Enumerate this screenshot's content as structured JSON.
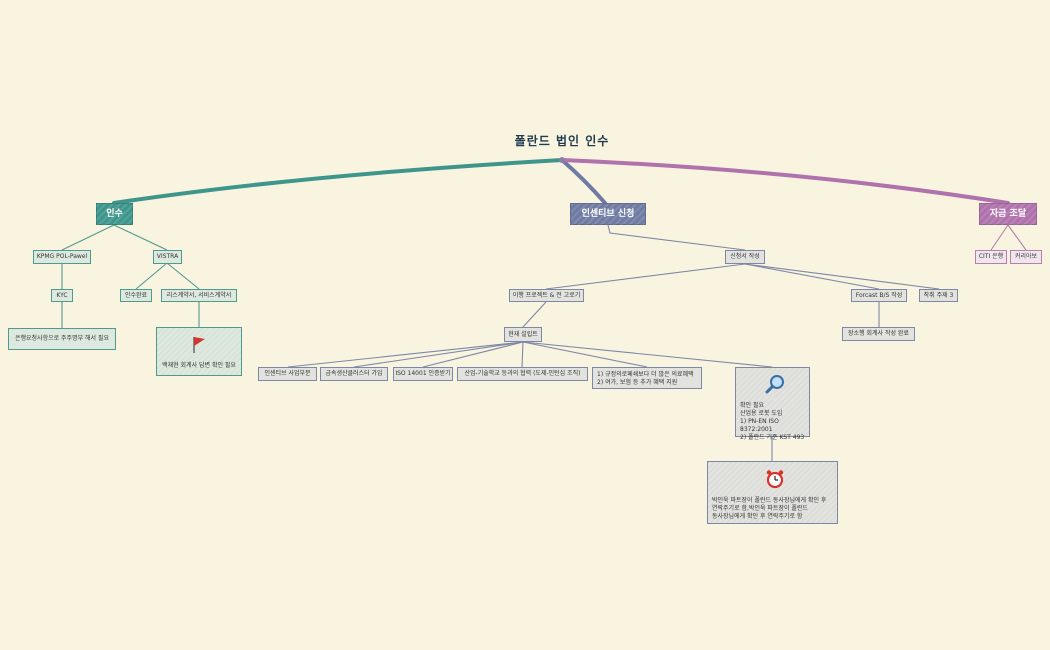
{
  "root": "폴란드 법인 인수",
  "branches": {
    "acquisition": {
      "label": "인수",
      "color": "#3d958c",
      "kpmg": "KPMG POL-Pawel",
      "kyc": "KYC",
      "kyc_note": "은행요청사항으로 주주명부 해서 필요",
      "vistra": "VISTRA",
      "vistra_done": "인수완료",
      "vistra_contract": "리스계약서, 서비스계약서",
      "vistra_note": "백재현 회계사 답변 확인 필요"
    },
    "incentive": {
      "label": "인센티브 신청",
      "color": "#6f7ba3",
      "application": "신청서 작성",
      "project": "이행 프로젝트 & 전 고로기",
      "project_desc": "현재 설립트",
      "forecast": "Forcast B/S 작성",
      "forecast_child": "장소행 회계사 작성 완료",
      "others": "착취 주제 3",
      "items": [
        "인센티브 사업부분",
        "금속생산클러스터 가입",
        "ISO 14001 인증받기",
        "산업-기술학교 등과의 협력 (도제-인턴십 조직)"
      ],
      "item5_line1": "1) 규정의로페쇄보다 더 많은 의료혜택",
      "item5_line2": "2) 여가, 보험 등 추가 혜택 지원",
      "check_note": "확인 필요\n산업용 로봇 도입\n1) PN-EN ISO 8372:2001\n2) 폴란드 기준 KST 493",
      "timer_note": "박인욱 파트장이 폴란드 동사장님에게 확인 후\n연락주기로 함,박인욱 파트장이 폴란드\n동사장님에게 확인 후 연락주기로 함"
    },
    "funding": {
      "label": "자금 조달",
      "color": "#b072ac",
      "citi": "CITI 은행",
      "other": "커리아보"
    }
  },
  "icons": {
    "flag": "flag-icon",
    "magnifier": "magnifier-icon",
    "alarm": "alarm-clock-icon"
  },
  "colors": {
    "background": "#f9f4e0",
    "teal": "#3d958c",
    "blue": "#6f7ba3",
    "purple": "#b072ac"
  }
}
